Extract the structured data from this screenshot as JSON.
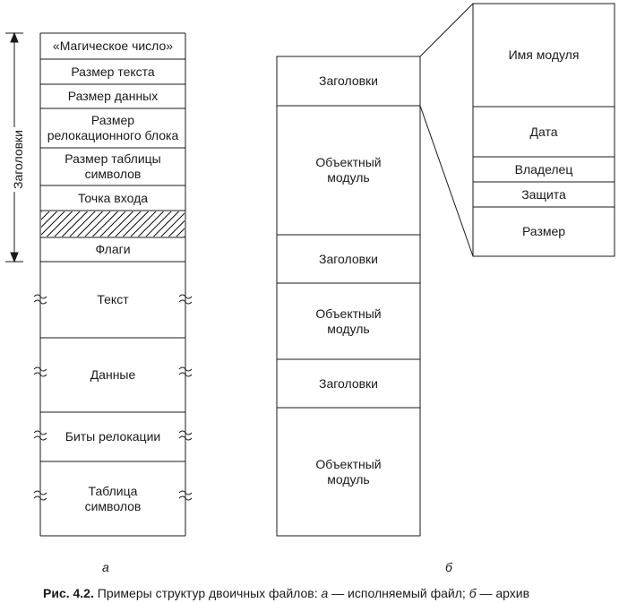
{
  "diagram_a": {
    "side_label": "Заголовки",
    "cells": [
      "«Магическое число»",
      "Размер текста",
      "Размер данных",
      "Размер\nрелокационного блока",
      "Размер таблицы\nсимволов",
      "Точка входа",
      "",
      "Флаги",
      "Текст",
      "Данные",
      "Биты релокации",
      "Таблица\nсимволов"
    ],
    "sublabel": "а"
  },
  "diagram_b": {
    "cells": [
      "Заголовки",
      "Объектный\nмодуль",
      "Заголовки",
      "Объектный\nмодуль",
      "Заголовки",
      "Объектный\nмодуль"
    ],
    "detail_cells": [
      "Имя модуля",
      "Дата",
      "Владелец",
      "Защита",
      "Размер"
    ],
    "sublabel": "б"
  },
  "caption": {
    "prefix": "Рис. 4.2.",
    "text": " Примеры структур двоичных файлов: ",
    "a_letter": "а",
    "a_text": " — исполняемый файл; ",
    "b_letter": "б",
    "b_text": " — архив"
  }
}
